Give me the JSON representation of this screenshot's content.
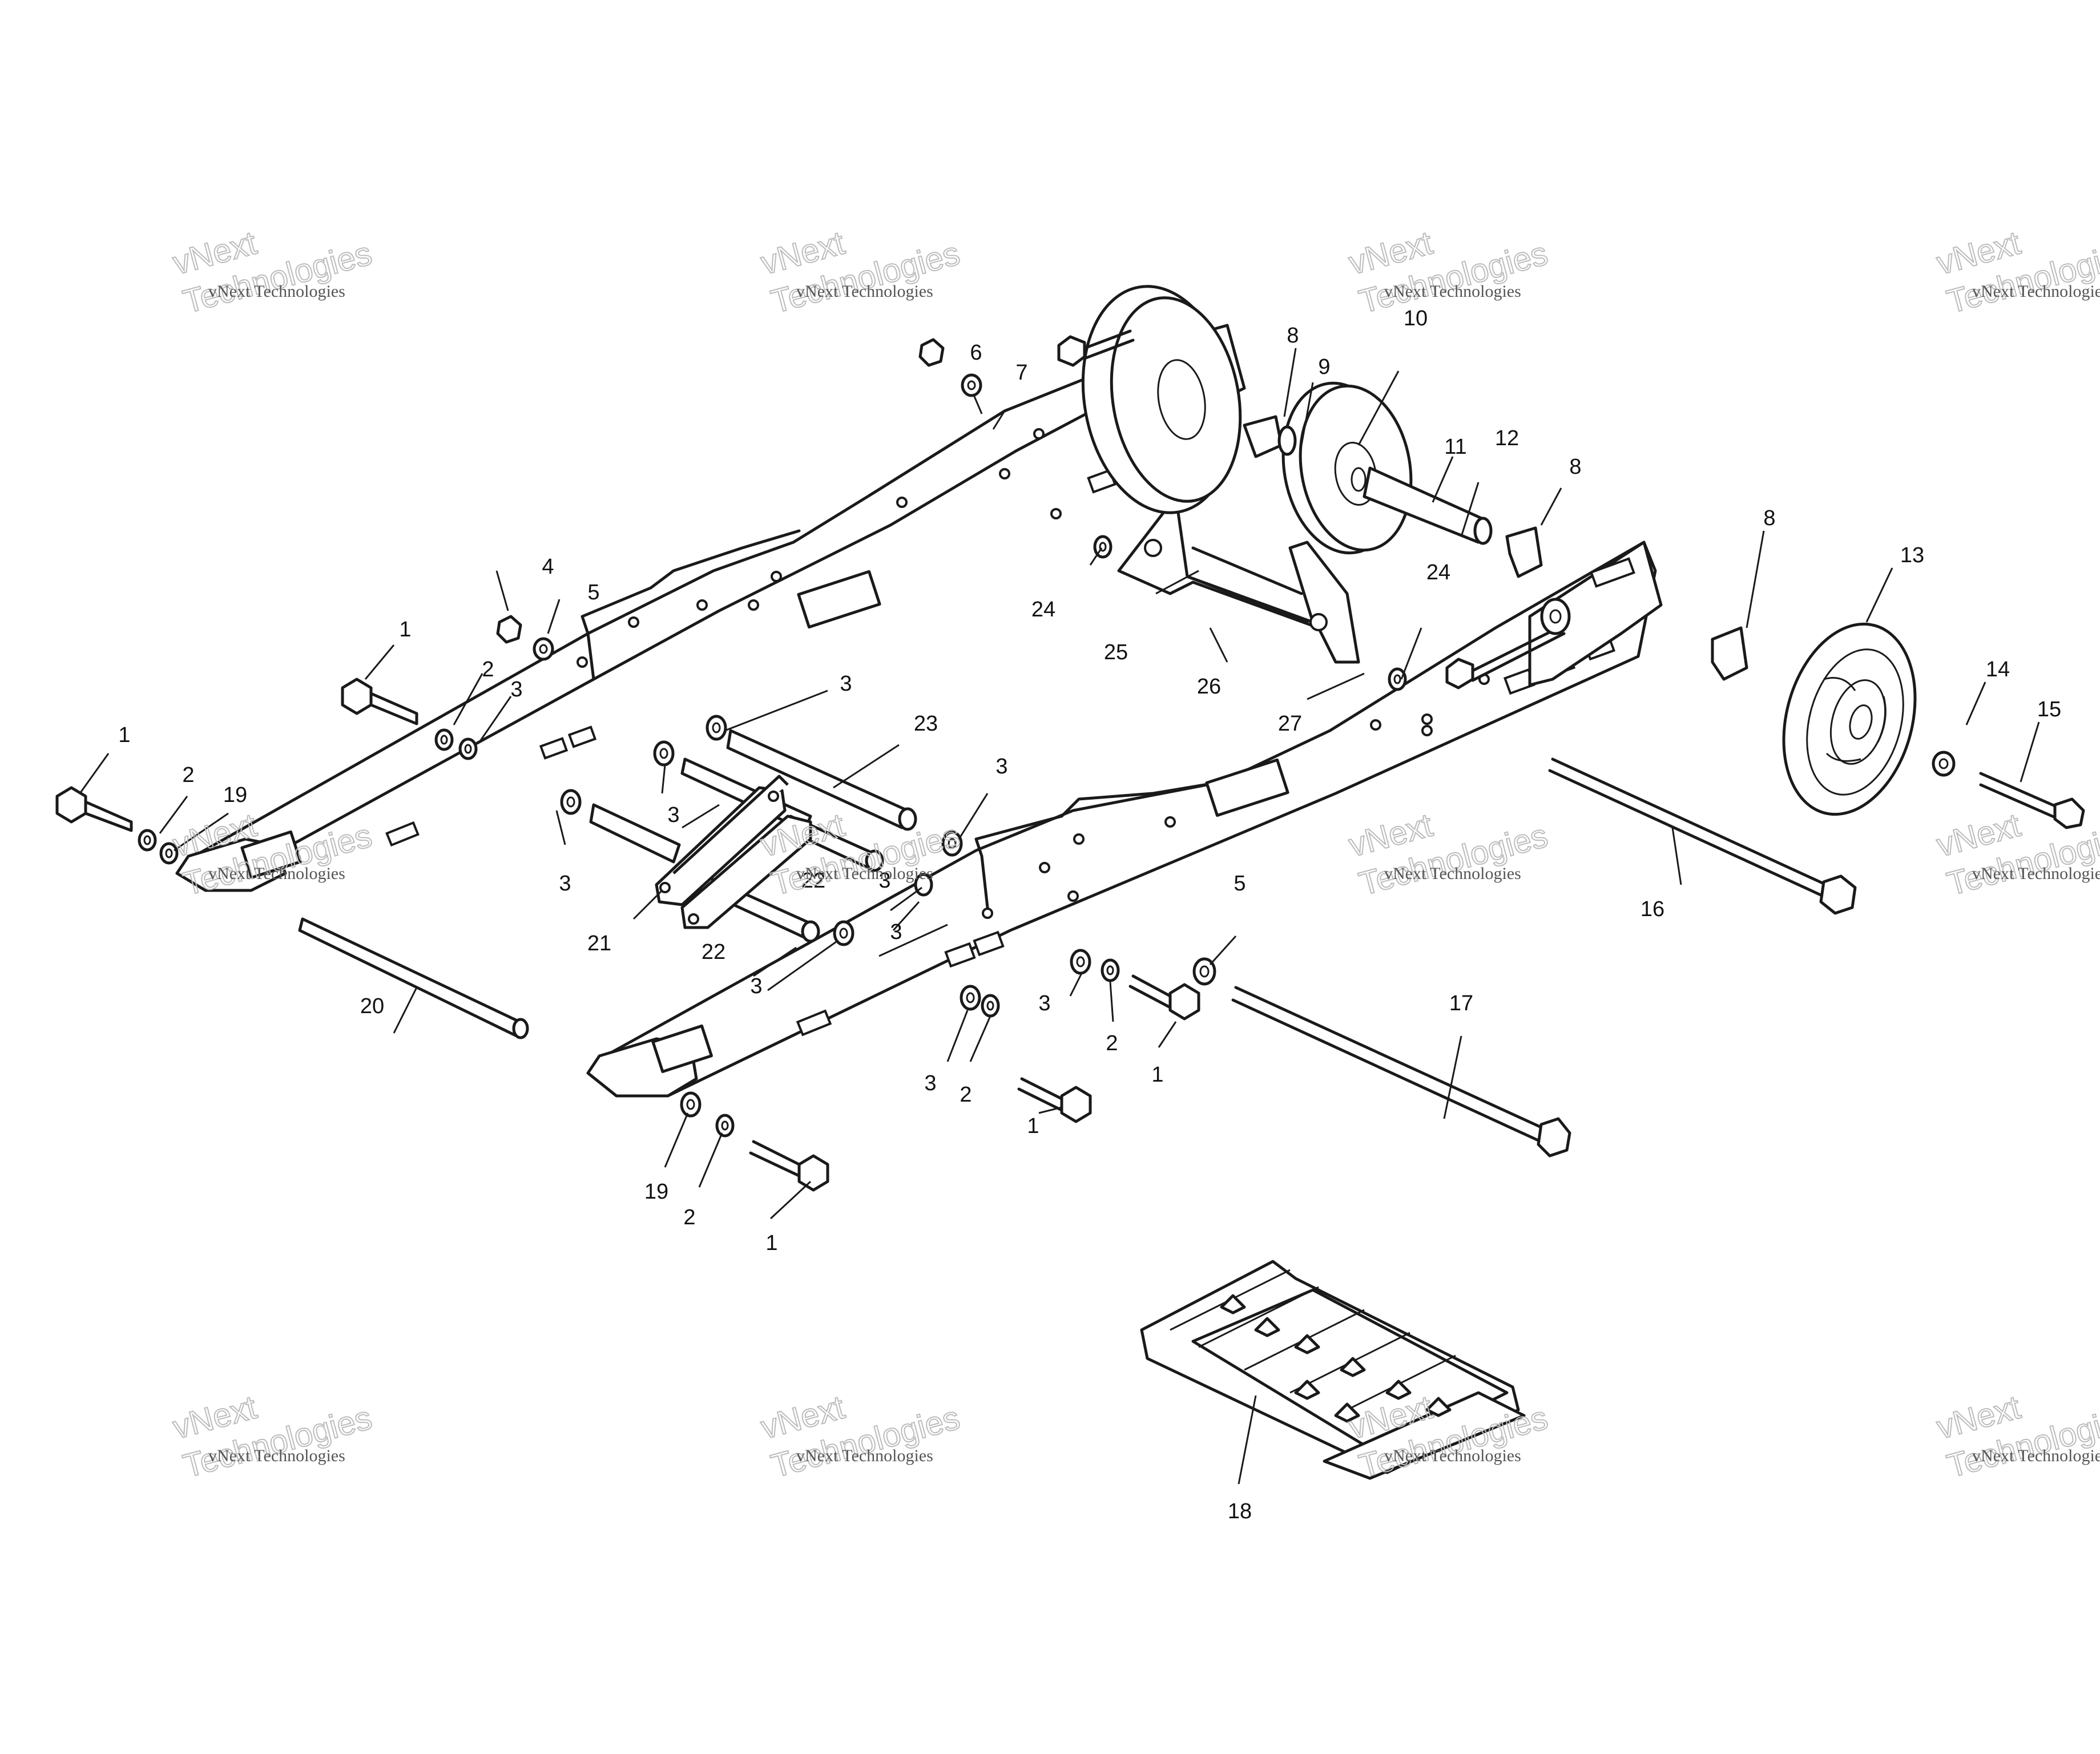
{
  "diagram": {
    "type": "exploded-parts-diagram",
    "callouts": [
      "1",
      "1",
      "1",
      "1",
      "1",
      "2",
      "2",
      "2",
      "2",
      "2",
      "3",
      "3",
      "3",
      "3",
      "3",
      "3",
      "3",
      "3",
      "3",
      "3",
      "4",
      "5",
      "5",
      "6",
      "7",
      "8",
      "8",
      "8",
      "9",
      "10",
      "11",
      "12",
      "13",
      "14",
      "15",
      "16",
      "17",
      "18",
      "19",
      "19",
      "20",
      "21",
      "22",
      "22",
      "23",
      "24",
      "24",
      "25",
      "26",
      "27"
    ]
  },
  "watermark": {
    "line1": "vNext",
    "line2": "Technologies",
    "caption": "vNext Technologies"
  }
}
